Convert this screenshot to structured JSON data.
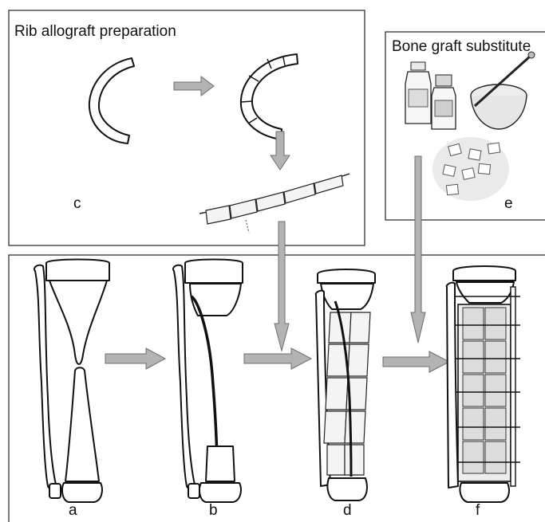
{
  "panels": {
    "rib_title": "Rib allograft preparation",
    "substitute_title": "Bone graft substitute"
  },
  "labels": {
    "a": "a",
    "b": "b",
    "c": "c",
    "d": "d",
    "e": "e",
    "f": "f"
  },
  "colors": {
    "arrow_fill": "#b3b3b3",
    "outline": "#111111",
    "panel_border": "#222222"
  }
}
